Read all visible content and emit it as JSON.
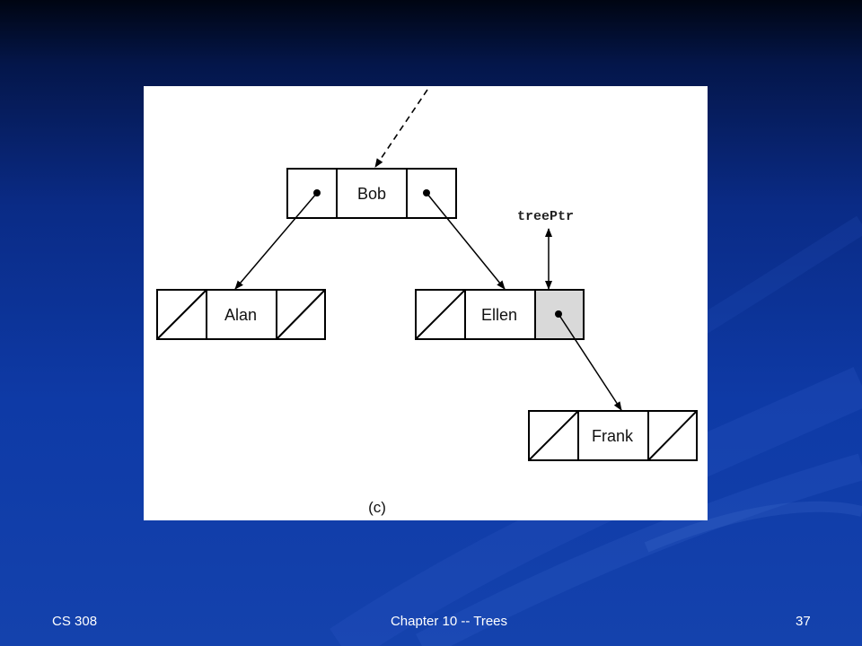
{
  "slide": {
    "course": "CS 308",
    "chapter": "Chapter 10 -- Trees",
    "page_number": "37"
  },
  "figure": {
    "caption": "(c)",
    "pointer_label": "treePtr",
    "nodes": {
      "bob": "Bob",
      "alan": "Alan",
      "ellen": "Ellen",
      "frank": "Frank"
    }
  },
  "colors": {
    "background_top": "#000512",
    "background_bottom": "#1442ad",
    "highlight_cell": "#d9d9d9"
  }
}
